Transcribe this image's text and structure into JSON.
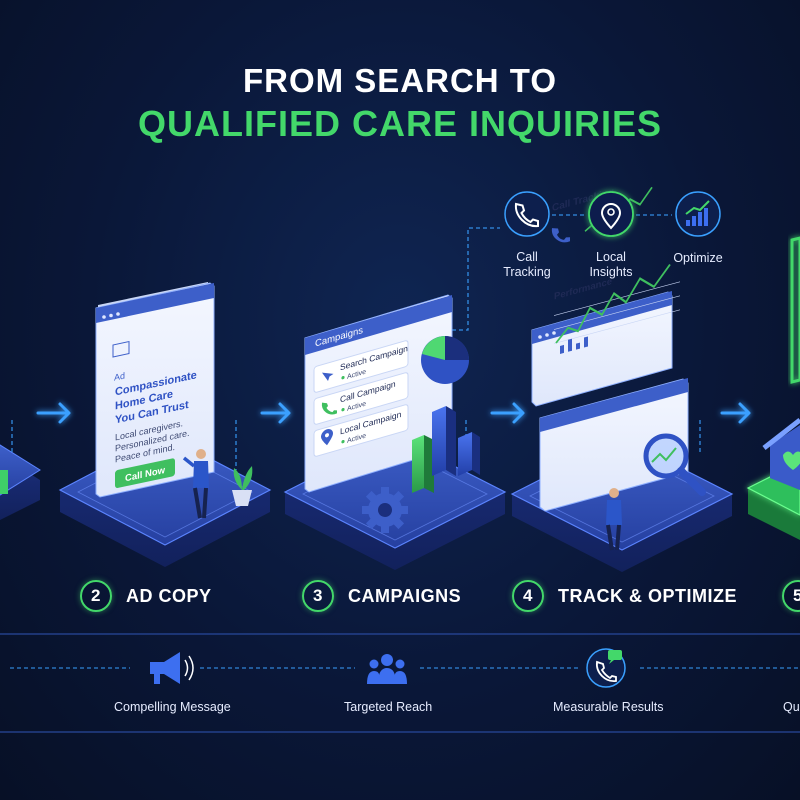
{
  "title": {
    "line1": "FROM SEARCH TO",
    "line2": "QUALIFIED CARE INQUIRIES"
  },
  "colors": {
    "accent": "#43d86a",
    "background": "#0a1738",
    "panel": "#2c4bb0",
    "glow": "#3aa0ff"
  },
  "ad_card": {
    "badge": "Ad",
    "headline": [
      "Compassionate",
      "Home Care",
      "You Can Trust"
    ],
    "body": [
      "Local caregivers.",
      "Personalized care.",
      "Peace of mind."
    ],
    "cta": "Call Now"
  },
  "campaigns_panel": {
    "header": "Campaigns",
    "items": [
      {
        "name": "Search Campaign",
        "status": "Active",
        "icon": "pointer-icon"
      },
      {
        "name": "Call Campaign",
        "status": "Active",
        "icon": "phone-icon"
      },
      {
        "name": "Local Campaign",
        "status": "Active",
        "icon": "location-pin-icon"
      }
    ]
  },
  "tracking_panel": {
    "call_tracking": "Call Tracking",
    "performance": "Performance"
  },
  "top_icons": [
    {
      "label": [
        "Call",
        "Tracking"
      ],
      "icon": "phone-icon"
    },
    {
      "label": [
        "Local",
        "Insights"
      ],
      "icon": "location-pin-icon"
    },
    {
      "label": [
        "Optimize"
      ],
      "icon": "growth-chart-icon"
    }
  ],
  "steps": [
    {
      "number": "2",
      "label": "AD COPY"
    },
    {
      "number": "3",
      "label": "CAMPAIGNS"
    },
    {
      "number": "4",
      "label": "TRACK & OPTIMIZE"
    },
    {
      "number": "5",
      "label": ""
    }
  ],
  "benefits": [
    {
      "label": "Compelling Message",
      "icon": "megaphone-icon"
    },
    {
      "label": "Targeted Reach",
      "icon": "audience-icon"
    },
    {
      "label": "Measurable Results",
      "icon": "phone-chat-icon"
    },
    {
      "label": "Qu",
      "icon": ""
    }
  ]
}
